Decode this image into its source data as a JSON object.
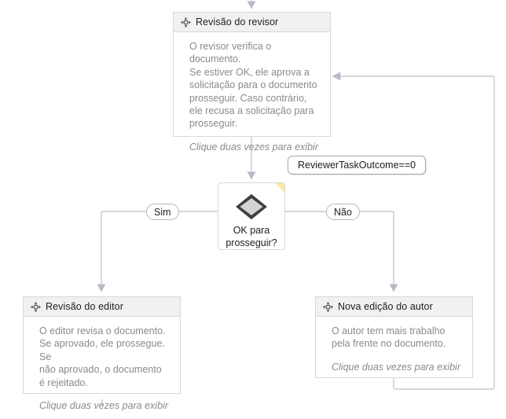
{
  "diagram": {
    "type": "workflow-flowchart",
    "language": "pt-BR",
    "colors": {
      "canvas": "#ffffff",
      "card_header": "#f1f1f1",
      "card_border": "#d8d8dc",
      "edge": "#c9c9d4",
      "body_text": "#8a8a8a",
      "title_text": "#1d1d1d",
      "flag_accent": "#fbeaa6"
    },
    "nodes": {
      "reviewer_task": {
        "icon": "task-gear-icon",
        "title": "Revisão do revisor",
        "description": "O revisor verifica o documento.\nSe estiver OK, ele aprova a\nsolicitação para o documento\nprosseguir. Caso contrário,\nele recusa a solicitação para\nprosseguir.",
        "hint": "Clique duas vezes para exibir"
      },
      "decision": {
        "icon": "decision-diamond-icon",
        "label": "OK para\nprosseguir?",
        "condition": "ReviewerTaskOutcome==0"
      },
      "editor_task": {
        "icon": "task-gear-icon",
        "title": "Revisão do editor",
        "description": "O editor revisa o documento.\nSe aprovado, ele prossegue. Se\nnão aprovado, o documento\né rejeitado.",
        "hint": "Clique duas vezes para exibir"
      },
      "author_task": {
        "icon": "task-gear-icon",
        "title": "Nova edição do autor",
        "description": "O autor tem mais trabalho\npela frente no documento.",
        "hint": "Clique duas vezes para exibir"
      }
    },
    "branches": {
      "yes_label": "Sim",
      "no_label": "Não"
    }
  }
}
